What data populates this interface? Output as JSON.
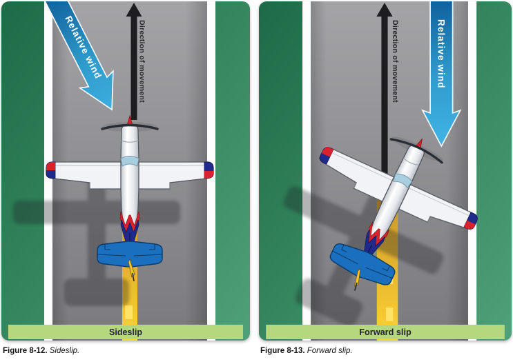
{
  "figure": {
    "panels": [
      {
        "name": "sideslip",
        "movement_label": "Direction of movement",
        "wind_label": "Relative wind",
        "banner": "Sideslip",
        "caption_number": "Figure 8-12.",
        "caption_title": "Sideslip."
      },
      {
        "name": "forward-slip",
        "movement_label": "Direction of movement",
        "wind_label": "Relative wind",
        "banner": "Forward slip",
        "caption_number": "Figure 8-13.",
        "caption_title": "Forward slip."
      }
    ],
    "colors": {
      "grass_dark": "#1d6b46",
      "grass_light": "#4fa179",
      "runway_top": "#a4a4a7",
      "runway_bottom": "#7a7a7e",
      "edge_line": "#fdfdfd",
      "centerline_top": "#c9952a",
      "centerline_bottom": "#ffd334",
      "centerline_dash": "#ffe368",
      "movement_arrow": "#1d1d1f",
      "wind_arrow_dark": "#0d5a96",
      "wind_arrow_mid": "#2f9ccc",
      "wind_arrow_light": "#41b4e6",
      "banner_bg": "#b5d77d",
      "plane_red": "#d8232e",
      "plane_navy": "#202a8c",
      "stabilizer_blue": "#1a6fbf",
      "windshield_blue": "#a9cee0",
      "rudder_yellow": "#f2c630"
    }
  }
}
